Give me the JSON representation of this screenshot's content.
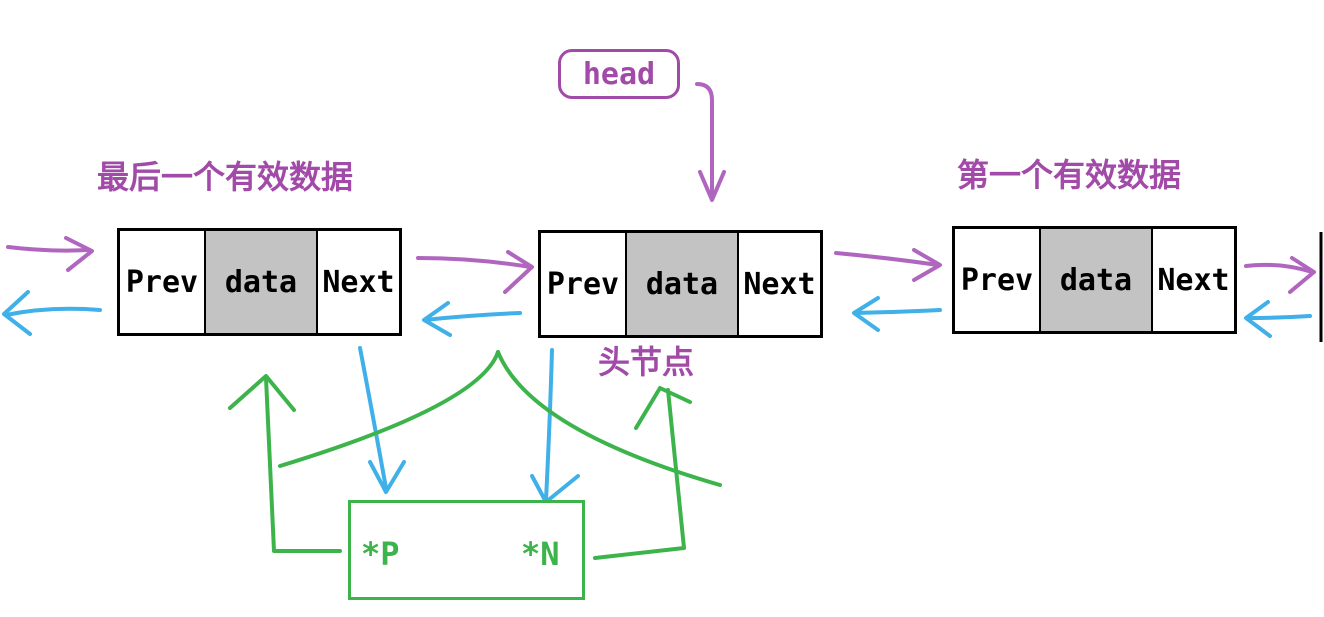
{
  "colors": {
    "purple": "#a24aa8",
    "blue": "#3fb0e8",
    "green": "#3cb44b",
    "data_fill": "#c3c3c3"
  },
  "labels": {
    "last_valid": "最后一个有效数据",
    "first_valid": "第一个有效数据",
    "head_node": "头节点",
    "head": "head"
  },
  "nodes": {
    "last": {
      "prev": "Prev",
      "data": "data",
      "next": "Next"
    },
    "head": {
      "prev": "Prev",
      "data": "data",
      "next": "Next"
    },
    "first": {
      "prev": "Prev",
      "data": "data",
      "next": "Next"
    }
  },
  "temp_node": {
    "p": "*P",
    "n": "*N"
  }
}
